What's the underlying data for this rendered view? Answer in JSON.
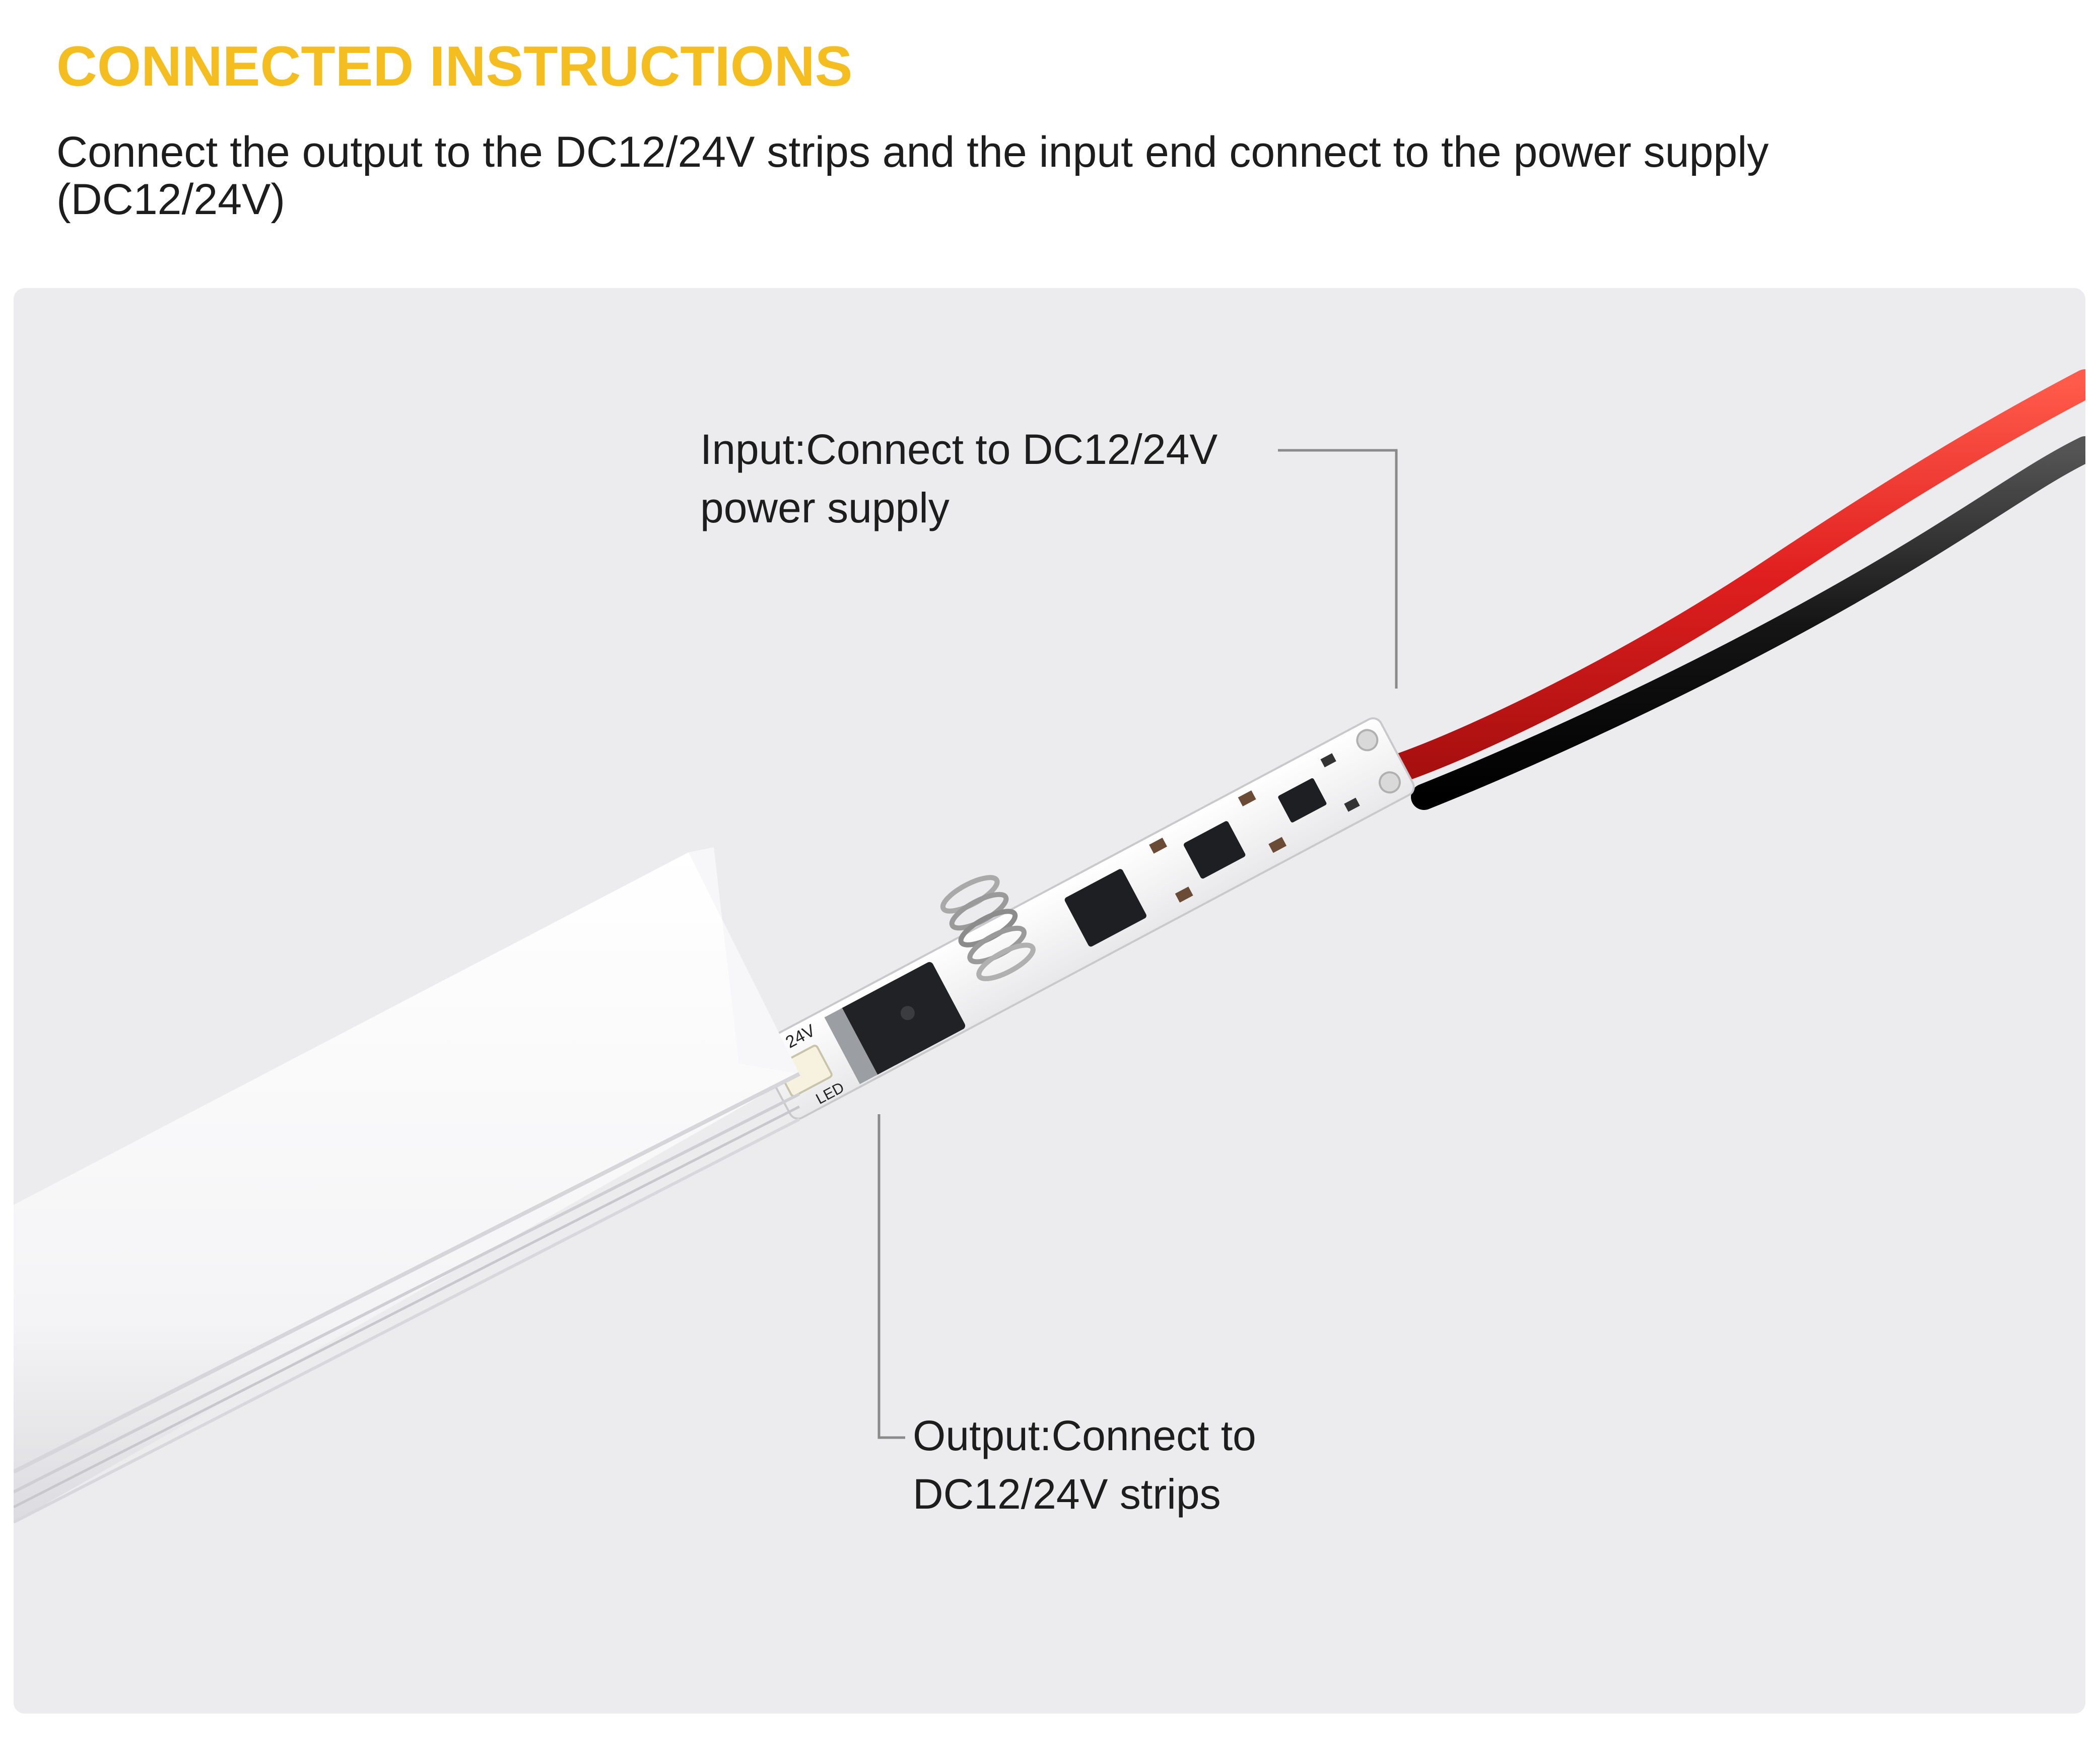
{
  "heading": {
    "title": "CONNECTED INSTRUCTIONS",
    "description": "Connect the output to the DC12/24V strips and the input end connect to the power supply (DC12/24V)"
  },
  "photo": {
    "input_callout": {
      "line1": "Input:Connect to DC12/24V",
      "line2": "power supply"
    },
    "output_callout": {
      "line1": "Output:Connect to",
      "line2": "DC12/24V strips"
    },
    "board_markings": {
      "voltage": "24V",
      "strip": "LED"
    }
  },
  "colors": {
    "title": "#f4be21",
    "text": "#1d1d1d",
    "panel_background": "#ececee",
    "wire_red": "#e01f1f",
    "wire_black": "#111111"
  }
}
